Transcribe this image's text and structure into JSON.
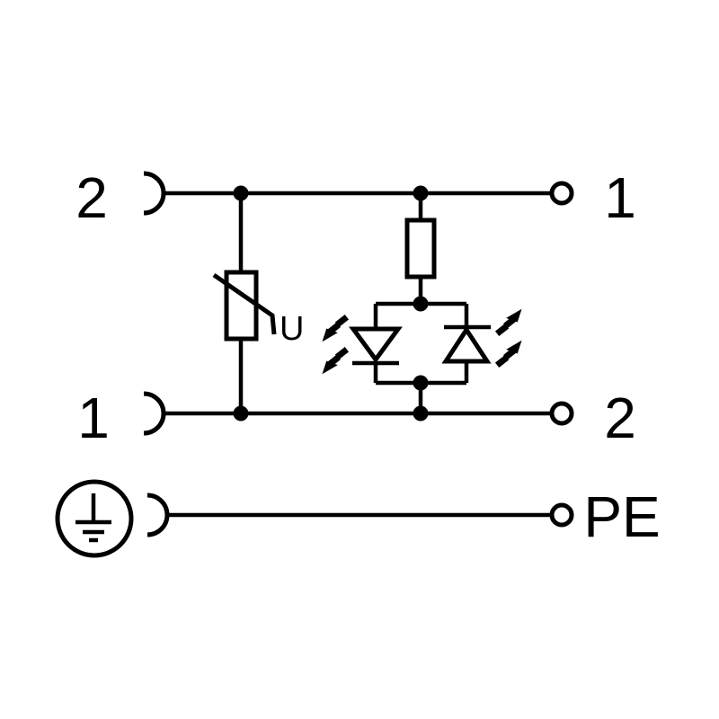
{
  "colors": {
    "background": "#ffffff",
    "line": "#000000"
  },
  "pins": {
    "left": [
      {
        "label": "2",
        "symbol": "socket-contact-icon"
      },
      {
        "label": "1",
        "symbol": "socket-contact-icon"
      },
      {
        "label": "",
        "symbol": "protective-earth-icon"
      }
    ],
    "right": [
      {
        "label": "1",
        "symbol": "terminal-circle-icon"
      },
      {
        "label": "2",
        "symbol": "terminal-circle-icon"
      },
      {
        "label": "PE",
        "symbol": "terminal-circle-icon"
      }
    ]
  },
  "components": {
    "varistor": {
      "label": "U",
      "icon": "varistor-icon"
    },
    "resistor": {
      "label": "",
      "icon": "resistor-icon"
    },
    "led_left": {
      "label": "",
      "icon": "led-down-icon"
    },
    "led_right": {
      "label": "",
      "icon": "led-up-icon"
    },
    "ground": {
      "label": "",
      "icon": "protective-earth-icon"
    }
  }
}
